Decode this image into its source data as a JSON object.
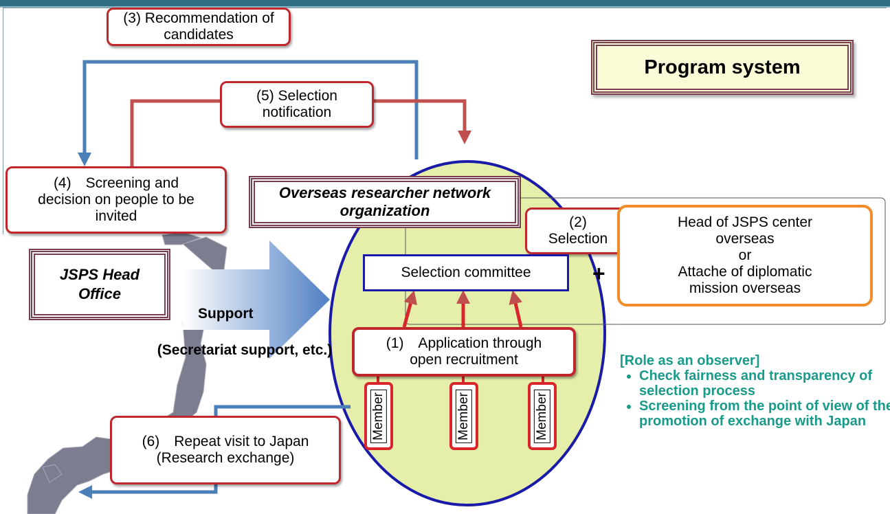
{
  "title": "Program system",
  "boxes": {
    "recommendation": "(3) Recommendation of candidates",
    "selection_notification": "(5) Selection notification",
    "screening": "(4)　Screening and decision on people to be invited",
    "network": "Overseas researcher network organization",
    "selection": "(2) Selection",
    "head_center": "Head of JSPS center overseas",
    "or": "or",
    "attache": "Attache of diplomatic mission overseas",
    "jsps_head": "JSPS Head Office",
    "committee": "Selection committee",
    "application": "(1)　Application through open recruitment",
    "repeat_visit": "(6)　Repeat visit to Japan (Research exchange)",
    "plus": "+"
  },
  "support": {
    "label": "Support",
    "detail": "(Secretariat support, etc.)"
  },
  "members": [
    "Member",
    "Member",
    "Member"
  ],
  "observer": {
    "heading": "[Role as an observer]",
    "items": [
      "Check fairness and transparency of selection process",
      "Screening from the point of view of the promotion of exchange with Japan"
    ]
  },
  "colors": {
    "red_border": "#c0272d",
    "blue_arrow": "#4a7fb8",
    "red_arrow": "#c0504d",
    "ellipse_fill": "#e6efaa",
    "ellipse_border": "#1a1aa8",
    "teal_text": "#1a9a8a",
    "orange_border": "#f28c28",
    "maroon_border": "#7a3c4f"
  }
}
